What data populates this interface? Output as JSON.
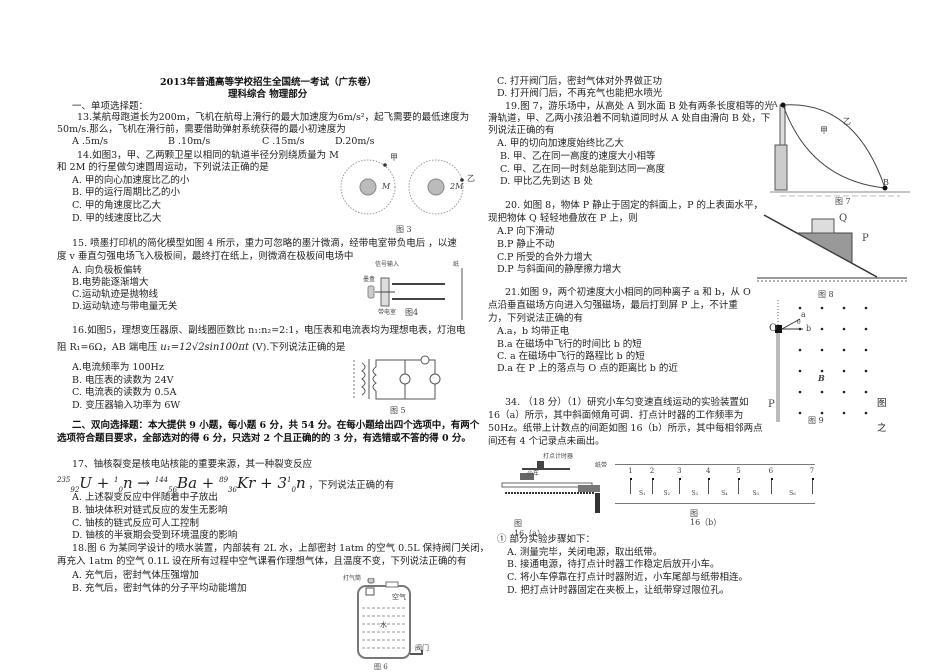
{
  "title": "2013年普通高等学校招生全国统一考试（广东卷）",
  "subtitle": "理科综合 物理部分",
  "section1": "一、单项选择题：",
  "q13": {
    "l1": "13.某航母跑道长为200m，飞机在航母上滑行的最大加速度为6m/s²，起飞需要的最低速度为",
    "l2": "50m/s.那么，飞机在滑行前，需要借助弹射系统获得的最小初速度为",
    "a": "A .5m/s",
    "b": "B .10m/s",
    "c": "C .15m/s",
    "d": "D.20m/s"
  },
  "q14": {
    "l1": "14.如图3，甲、乙两颗卫星以相同的轨道半径分别绕质量为 M",
    "l2": "和 2M 的行星做匀速圆周运动，下列说法正确的是",
    "a": "A. 甲的向心加速度比乙的小",
    "b": "B. 甲的运行周期比乙的小",
    "c": "C. 甲的角速度比乙大",
    "d": "D. 甲的线速度比乙大",
    "fig": "图 3",
    "m1": "M",
    "m2": "2M",
    "s1": "甲",
    "s2": "乙"
  },
  "q15": {
    "l1": "15. 喷墨打印机的简化模型如图 4 所示，重力可忽略的墨汁微滴，经带电室带负电后 ，以速",
    "l2": "度 v 垂直匀强电场飞入极板间，最终打在纸上，则微滴在极板间电场中",
    "a": "A. 向负极板偏转",
    "b": "B.电势能逐渐增大",
    "c": "C.运动轨迹是抛物线",
    "d": "D.运动轨迹与带电量无关",
    "fig": "图4",
    "sig": "信号输入",
    "ink": "墨盒",
    "chg": "带电室",
    "paper": "纸"
  },
  "q16": {
    "l1": "16.如图5，理想变压器原、副线圈匝数比 n₁:n₂=2:1，电压表和电流表均为理想电表，灯泡电",
    "l2a": "阻 R₁=6Ω，AB 端电压",
    "formula": "u₁=12√2sin100πt",
    "l2b": "(V).下列说法正确的是",
    "a": "A.电流频率为 100Hz",
    "b": "B. 电压表的读数为 24V",
    "c": "C. 电流表的读数为 0.5A",
    "d": "D. 变压器输入功率为 6W",
    "fig": "图 5"
  },
  "section2": {
    "l1": "二、双向选择题：本大提供 9 小题，每小题 6 分，共 54 分。在每小题给出四个选项中，有两个",
    "l2": "选项符合题目要求，全部选对的得 6 分，只选对 2 个且正确的的 3 分，有选错或不答的得 0 分。"
  },
  "q17": {
    "l1": "17、铀核裂变是核电站核能的重要来源，其一种裂变反应",
    "tail": "，下列说法正确的有",
    "a": "A. 上述裂变反应中伴随着中子放出",
    "b": "B. 铀块体积对链式反应的发生无影响",
    "c": "C. 铀核的链式反应可人工控制",
    "d": "D. 铀核的半衰期会受到环境温度的影响"
  },
  "q18": {
    "l1": "18.图 6 为某同学设计的喷水装置，内部装有 2L 水，上部密封 1atm 的空气 0.5L 保持阀门关闭，",
    "l2": "再充入 1atm 的空气 0.1L 设在所有过程中空气课看作理想气体，且温度不变，下列说法正确的有",
    "a": "A. 充气后，密封气体压强增加",
    "b": "B. 充气后，密封气体的分子平均动能增加",
    "c": "C. 打开阀门后，密封气体对外界做正功",
    "d": "D. 打开阀门后，不再充气也能把水喷光",
    "fig": "图 6",
    "air": "空气",
    "water": "水",
    "valve": "阀门",
    "pump": "打气筒"
  },
  "q19": {
    "l1": "19.图 7，游乐场中，从高处 A 到水面 B 处有两条长度相等的光",
    "l2": "滑轨道，甲、乙两小孩沿着不同轨道同时从 A 处自由滑向 B 处，下",
    "l3": "列说法正确的有",
    "a": "A. 甲的切向加速度始终比乙大",
    "b": "B. 甲、乙在同一高度的速度大小相等",
    "c": "C. 甲、乙在同一时刻总能到达同一高度",
    "d": "D. 甲比乙先到达 B 处",
    "fig": "图 7",
    "A": "A",
    "B": "B",
    "s1": "甲",
    "s2": "乙"
  },
  "q20": {
    "l1": "20. 如图 8，物体 P 静止于固定的斜面上，P 的上表面水平，",
    "l2": "现把物体 Q 轻轻地叠放在 P 上，则",
    "a": "A.P 向下滑动",
    "b": "B.P 静止不动",
    "c": "C.P 所受的合外力增大",
    "d": "D.P 与斜面间的静摩擦力增大",
    "fig": "图 8",
    "P": "P",
    "Q": "Q"
  },
  "q21": {
    "l1": "21.如图 9，两个初速度大小相同的同种离子 a 和 b，从 O",
    "l2": "点沿垂直磁场方向进入匀强磁场，最后打到屏 P 上，不计重",
    "l3": "力，下列说法正确的有",
    "a": "A.a，b 均带正电",
    "b": "B.a 在磁场中飞行的时间比 b 的短",
    "c": "C. a 在磁场中飞行的路程比 b 的短",
    "d": "D.a 在 P 上的落点与 O 点的距离比 b 的近",
    "fig": "图 9",
    "O": "O",
    "P": "P",
    "ia": "a",
    "ib": "b",
    "theta": "θ",
    "Bf": "B"
  },
  "q34": {
    "l1": "34. （18 分）（1）研究小车匀变速直线运动的实验装置如",
    "l2": "16（a）所示，其中斜面倾角可调．打点计时器的工作频率为",
    "l3": "50Hz。纸带上计数点的间距如图 16（b）所示，其中每相邻两点",
    "l4": "间还有 4 个记录点未画出。",
    "tail1": "图",
    "tail2": "之",
    "figa1": "图",
    "figa2": "16（a）",
    "figb1": "图",
    "figb2": "16（b）",
    "timer": "打点计时器",
    "car": "小车",
    "tape": "纸带",
    "points": [
      "1",
      "2",
      "3",
      "4",
      "5",
      "6",
      "7"
    ],
    "spans": [
      "S₁",
      "S₂",
      "S₃",
      "S₄",
      "S₅",
      "S₆"
    ],
    "steps": "① 部分实验步骤如下：",
    "sa": "A. 测量完毕，关闭电源，取出纸带。",
    "sb": "B. 接通电源，待打点计时器工作稳定后放开小车。",
    "sc": "C. 将小车停靠在打点计时器附近，小车尾部与纸带相连。",
    "sd": "D. 把打点计时器固定在夹板上，让纸带穿过限位孔。"
  }
}
